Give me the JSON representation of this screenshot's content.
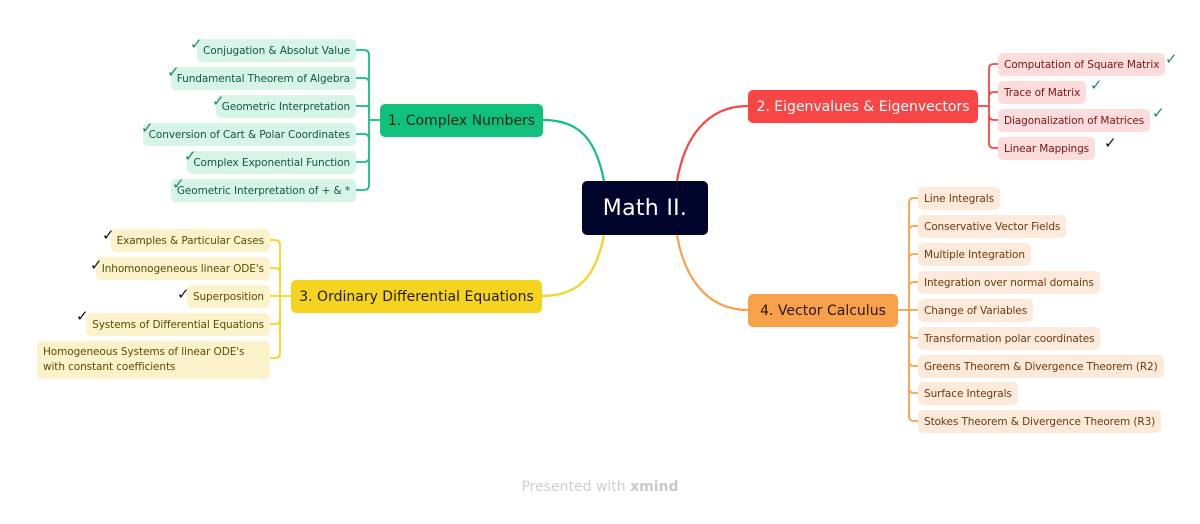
{
  "central_topic": "Math II.",
  "colors": {
    "central": "#02052b",
    "branch_1": "#10c17d",
    "branch_2": "#f84646",
    "branch_3": "#f5d420",
    "branch_4": "#f7a24b",
    "check_green": "#1c8a5a",
    "check_black": "#111111"
  },
  "branches": [
    {
      "label": "1. Complex Numbers",
      "subtopics": [
        {
          "label": "Conjugation & Absolut Value",
          "check": "green"
        },
        {
          "label": "Fundamental Theorem of Algebra",
          "check": "green"
        },
        {
          "label": "Geometric Interpretation",
          "check": "green"
        },
        {
          "label": "Conversion of Cart & Polar Coordinates",
          "check": "green"
        },
        {
          "label": "Complex Exponential Function",
          "check": "green"
        },
        {
          "label": "Geometric Interpretation of + & *",
          "check": "green"
        }
      ]
    },
    {
      "label": "2. Eigenvalues & Eigenvectors",
      "subtopics": [
        {
          "label": "Computation of Square Matrix",
          "check": "green"
        },
        {
          "label": "Trace of Matrix",
          "check": "green"
        },
        {
          "label": "Diagonalization of Matrices",
          "check": "green"
        },
        {
          "label": "Linear Mappings",
          "check": "black"
        }
      ]
    },
    {
      "label": "3. Ordinary Differential Equations",
      "subtopics": [
        {
          "label": "Examples & Particular Cases",
          "check": "black"
        },
        {
          "label": "Inhomonogeneous linear ODE's",
          "check": "black"
        },
        {
          "label": "Superposition",
          "check": "black"
        },
        {
          "label": "Systems of Differential Equations",
          "check": "black"
        },
        {
          "label": "Homogeneous Systems of linear ODE's with constant coefficients",
          "check": null
        }
      ]
    },
    {
      "label": "4. Vector Calculus",
      "subtopics": [
        {
          "label": "Line Integrals",
          "check": null
        },
        {
          "label": "Conservative Vector Fields",
          "check": null
        },
        {
          "label": "Multiple Integration",
          "check": null
        },
        {
          "label": "Integration over normal domains",
          "check": null
        },
        {
          "label": "Change of Variables",
          "check": null
        },
        {
          "label": "Transformation polar coordinates",
          "check": null
        },
        {
          "label": "Greens Theorem & Divergence Theorem (R2)",
          "check": null
        },
        {
          "label": "Surface Integrals",
          "check": null
        },
        {
          "label": "Stokes Theorem & Divergence Theorem (R3)",
          "check": null
        }
      ]
    }
  ],
  "check_icon": "✓",
  "footer": {
    "prefix": "Presented with",
    "brand": "xmind"
  }
}
